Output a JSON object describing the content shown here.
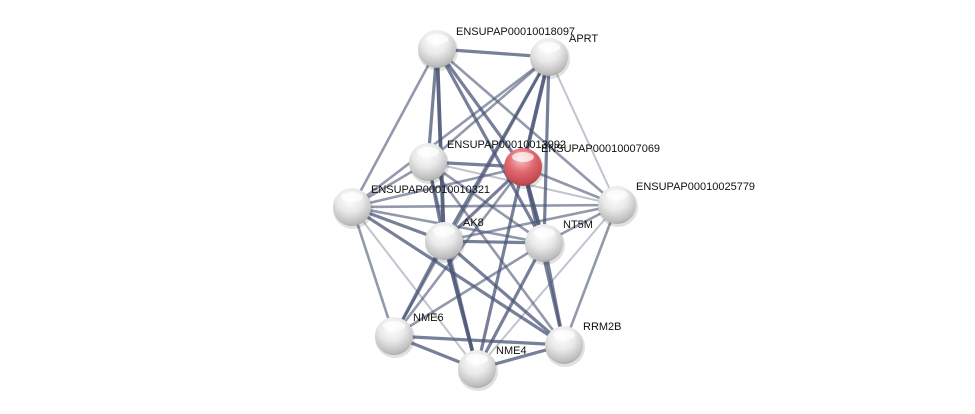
{
  "diagram": {
    "type": "protein-interaction-network",
    "colors": {
      "edge": "#4a5575",
      "node_default": "#e8e8e8",
      "node_query": "#e0585e"
    },
    "nodes": [
      {
        "id": "n18097",
        "label": "ENSUPAP00010018097",
        "query": false
      },
      {
        "id": "aprt",
        "label": "APRT",
        "query": false
      },
      {
        "id": "n13992",
        "label": "ENSUPAP00010013992",
        "query": false
      },
      {
        "id": "n7069",
        "label": "ENSUPAP00010007069",
        "query": true
      },
      {
        "id": "n10321",
        "label": "ENSUPAP00010010321",
        "query": false
      },
      {
        "id": "n25779",
        "label": "ENSUPAP00010025779",
        "query": false
      },
      {
        "id": "ak8",
        "label": "AK8",
        "query": false
      },
      {
        "id": "nt5m",
        "label": "NT5M",
        "query": false
      },
      {
        "id": "nme6",
        "label": "NME6",
        "query": false
      },
      {
        "id": "rrm2b",
        "label": "RRM2B",
        "query": false
      },
      {
        "id": "nme4",
        "label": "NME4",
        "query": false
      }
    ],
    "edges": [
      [
        "n18097",
        "aprt",
        3
      ],
      [
        "n18097",
        "n10321",
        2
      ],
      [
        "n18097",
        "n13992",
        3
      ],
      [
        "n18097",
        "ak8",
        4
      ],
      [
        "n18097",
        "n7069",
        3
      ],
      [
        "n18097",
        "nt5m",
        3
      ],
      [
        "n18097",
        "n25779",
        2
      ],
      [
        "aprt",
        "n13992",
        2
      ],
      [
        "aprt",
        "n10321",
        2
      ],
      [
        "aprt",
        "n7069",
        4
      ],
      [
        "aprt",
        "ak8",
        3
      ],
      [
        "aprt",
        "nt5m",
        3
      ],
      [
        "aprt",
        "n25779",
        1
      ],
      [
        "aprt",
        "nme6",
        2
      ],
      [
        "n13992",
        "n7069",
        3
      ],
      [
        "n13992",
        "n10321",
        2
      ],
      [
        "n13992",
        "ak8",
        3
      ],
      [
        "n13992",
        "nt5m",
        2
      ],
      [
        "n13992",
        "n25779",
        1
      ],
      [
        "n13992",
        "rrm2b",
        2
      ],
      [
        "n13992",
        "nme4",
        2
      ],
      [
        "n7069",
        "n10321",
        2
      ],
      [
        "n7069",
        "ak8",
        3
      ],
      [
        "n7069",
        "nt5m",
        4
      ],
      [
        "n7069",
        "n25779",
        2
      ],
      [
        "n7069",
        "nme6",
        2
      ],
      [
        "n7069",
        "nme4",
        3
      ],
      [
        "n7069",
        "rrm2b",
        3
      ],
      [
        "n10321",
        "ak8",
        3
      ],
      [
        "n10321",
        "nt5m",
        2
      ],
      [
        "n10321",
        "nme6",
        2
      ],
      [
        "n10321",
        "nme4",
        1
      ],
      [
        "n10321",
        "rrm2b",
        3
      ],
      [
        "n10321",
        "n25779",
        2
      ],
      [
        "n25779",
        "nt5m",
        2
      ],
      [
        "n25779",
        "rrm2b",
        2
      ],
      [
        "n25779",
        "nme4",
        1
      ],
      [
        "n25779",
        "ak8",
        2
      ],
      [
        "ak8",
        "nt5m",
        3
      ],
      [
        "ak8",
        "nme6",
        3
      ],
      [
        "ak8",
        "nme4",
        4
      ],
      [
        "ak8",
        "rrm2b",
        3
      ],
      [
        "nt5m",
        "nme6",
        2
      ],
      [
        "nt5m",
        "nme4",
        3
      ],
      [
        "nt5m",
        "rrm2b",
        3
      ],
      [
        "nme6",
        "nme4",
        3
      ],
      [
        "nme6",
        "rrm2b",
        3
      ],
      [
        "nme4",
        "rrm2b",
        3
      ]
    ]
  }
}
